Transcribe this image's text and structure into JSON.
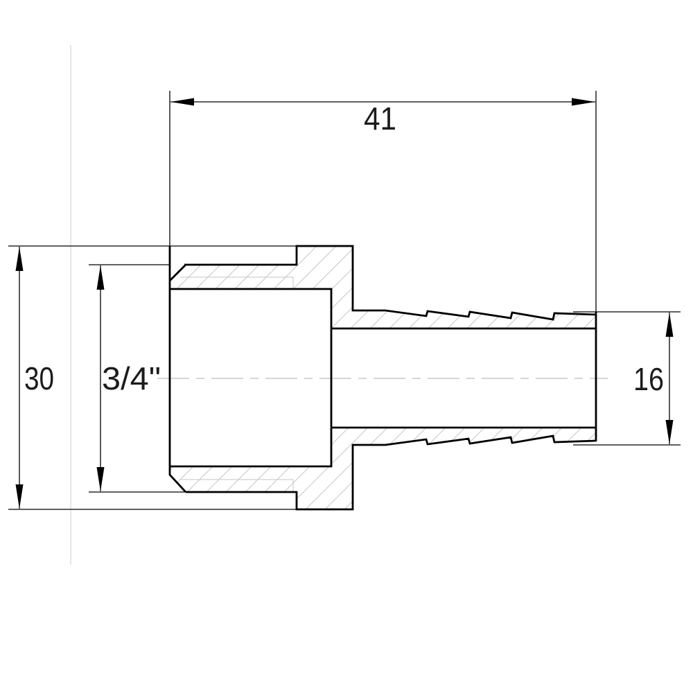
{
  "drawing": {
    "description": "hose-barb-fitting-section-view",
    "dimensions": {
      "overall_length": "41",
      "body_height": "30",
      "thread_size": "3/4\"",
      "barb_diameter": "16"
    }
  },
  "colors": {
    "outline": "#000000",
    "text": "#1c1c1c",
    "hatch": "#c6c6c6",
    "centerline": "#c9c9c9",
    "guide_line": "#dcdcdc",
    "background": "#ffffff"
  }
}
